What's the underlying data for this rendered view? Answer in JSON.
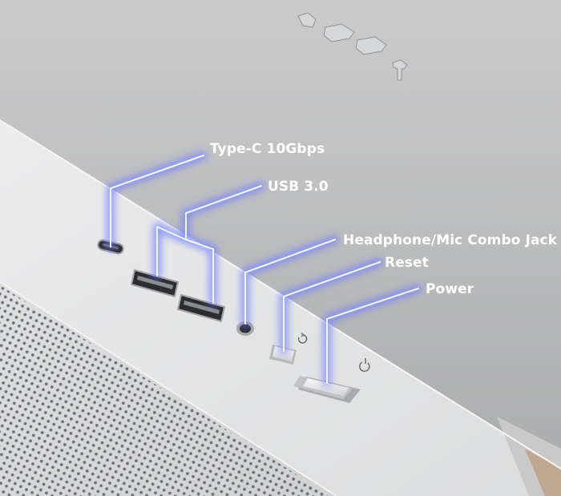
{
  "callouts": {
    "type_c": "Type-C 10Gbps",
    "usb3": "USB 3.0",
    "audio": "Headphone/Mic Combo Jack",
    "reset": "Reset",
    "power": "Power"
  },
  "icons": {
    "reset": "reset-icon",
    "power": "power-icon"
  },
  "colors": {
    "glow": "#6f7dff",
    "line": "#f4f5ff",
    "label": "#ffffff",
    "case_top": "#e6e7e8",
    "backdrop": "#bdbebf"
  }
}
